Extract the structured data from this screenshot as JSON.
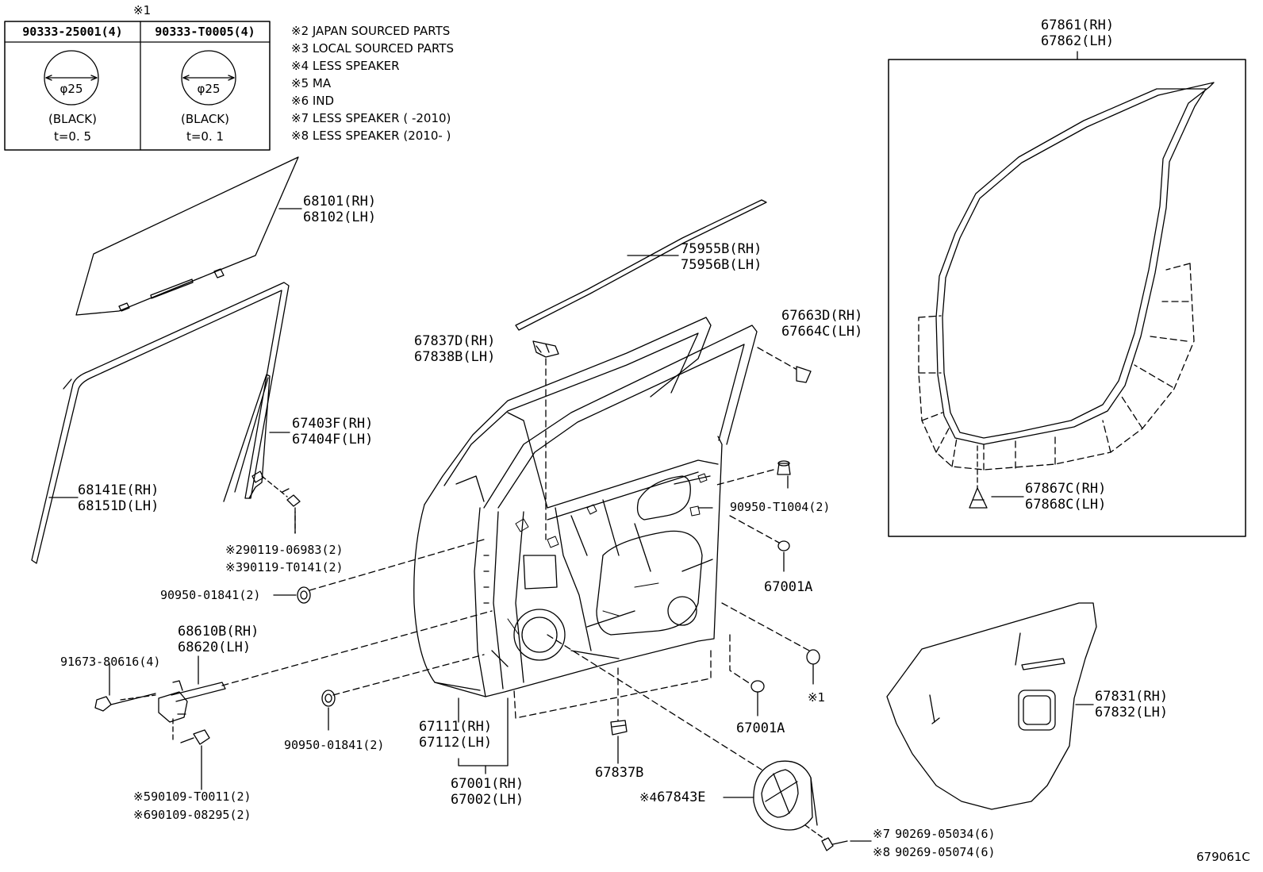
{
  "legend_box": {
    "mark": "※1",
    "left": {
      "part": "90333-25001(4)",
      "dia": "φ25",
      "color": "(BLACK)",
      "thickness": "t=0. 5"
    },
    "right": {
      "part": "90333-T0005(4)",
      "dia": "φ25",
      "color": "(BLACK)",
      "thickness": "t=0. 1"
    }
  },
  "notes": [
    "※2 JAPAN SOURCED PARTS",
    "※3 LOCAL SOURCED PARTS",
    "※4 LESS SPEAKER",
    "※5 MA",
    "※6 IND",
    "※7 LESS SPEAKER (       -2010)",
    "※8 LESS SPEAKER (2010-       )"
  ],
  "labels": {
    "glass": [
      "68101(RH)",
      "68102(LH)"
    ],
    "moulding": [
      "75955B(RH)",
      "75956B(LH)"
    ],
    "run_front": [
      "68141E(RH)",
      "68151D(LH)"
    ],
    "run_rear": [
      "67403F(RH)",
      "67404F(LH)"
    ],
    "bolt_a": [
      "90119-06983(2)",
      "90119-T0141(2)"
    ],
    "bolt_a_marks": [
      "※2",
      "※3"
    ],
    "plug_a": "90950-01841(2)",
    "check": [
      "68610B(RH)",
      "68620(LH)"
    ],
    "check_bolt": "91673-80616(4)",
    "check_screw": [
      "90109-T0011(2)",
      "90109-08295(2)"
    ],
    "check_screw_marks": [
      "※5",
      "※6"
    ],
    "plug_b": "90950-01841(2)",
    "clip_top": [
      "67837D(RH)",
      "67838B(LH)"
    ],
    "clip_right": [
      "67663D(RH)",
      "67664C(LH)"
    ],
    "plug_c": "90950-T1004(2)",
    "hole_a": "67001A",
    "hole_b": "67001A",
    "hole_b_mark": "※1",
    "panel_sub": [
      "67111(RH)",
      "67112(LH)"
    ],
    "panel": [
      "67001(RH)",
      "67002(LH)"
    ],
    "clip_bottom": "67837B",
    "speaker_cover": "67843E",
    "speaker_cover_mark": "※4",
    "speaker_screw": [
      "90269-05034(6)",
      "90269-05074(6)"
    ],
    "speaker_screw_marks": [
      "※7",
      "※8"
    ],
    "weatherstrip": [
      "67861(RH)",
      "67862(LH)"
    ],
    "ws_clip": [
      "67867C(RH)",
      "67868C(LH)"
    ],
    "service_hole_cover": [
      "67831(RH)",
      "67832(LH)"
    ],
    "diagram_code": "679061C"
  }
}
